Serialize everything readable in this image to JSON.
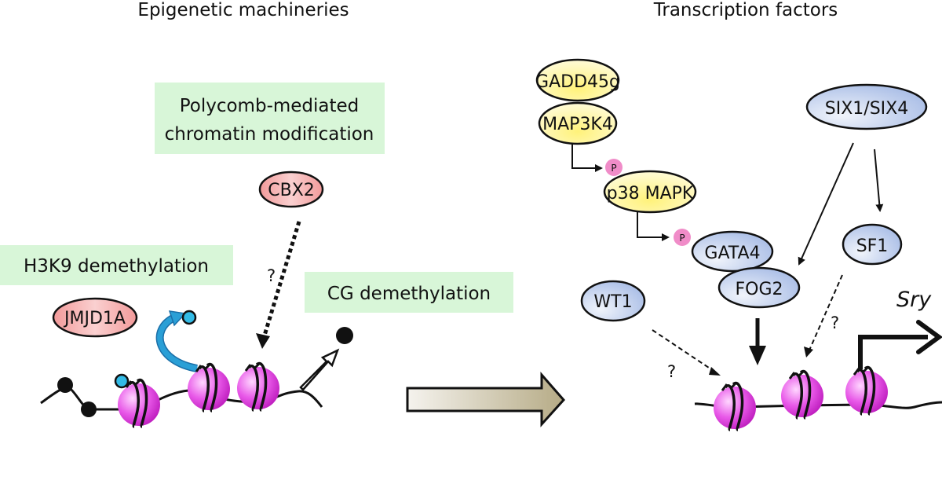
{
  "titles": {
    "left": "Epigenetic machineries",
    "right": "Transcription  factors"
  },
  "labels": {
    "polycomb_line1": "Polycomb-mediated",
    "polycomb_line2": "chromatin modification",
    "h3k9": "H3K9 demethylation",
    "cg": "CG demethylation"
  },
  "proteins": {
    "cbx2": "CBX2",
    "jmjd1a": "JMJD1A",
    "gadd45g": "GADD45g",
    "map3k4": "MAP3K4",
    "p38": "p38 MAPK",
    "gata4": "GATA4",
    "fog2": "FOG2",
    "six": "SIX1/SIX4",
    "sf1": "SF1",
    "wt1": "WT1"
  },
  "phospho": "P",
  "unknown": "?",
  "gene": "Sry",
  "colors": {
    "label_box": "#d4f5d4",
    "epigenetic_protein": "#f4a4a4",
    "kinase": "#fff59a",
    "tf": "#b8c9ea",
    "nucleosome": "#e040e0",
    "phospho_dot": "#f08cc8",
    "methyl_blue": "#33bbe6",
    "methyl_black": "#000000",
    "big_arrow": "#c8bfa0"
  }
}
